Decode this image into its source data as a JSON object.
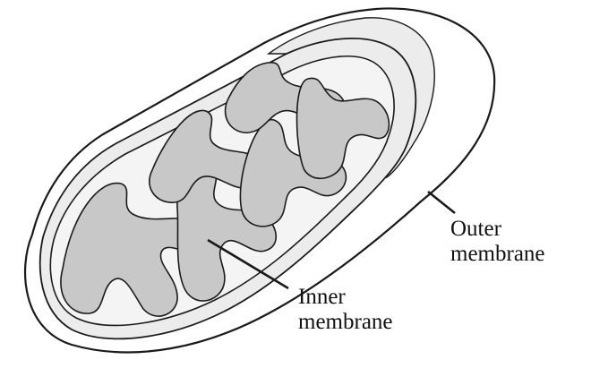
{
  "labels": {
    "outer": {
      "line1": "Outer",
      "line2": "membrane"
    },
    "inner": {
      "line1": "Inner",
      "line2": "membrane"
    }
  },
  "colors": {
    "outline": "#1a1a1a",
    "outer_fill": "#ffffff",
    "intermembrane_fill": "#ececec",
    "cristae_fill": "#c8c8c8",
    "matrix_fill": "#f4f4f4"
  }
}
